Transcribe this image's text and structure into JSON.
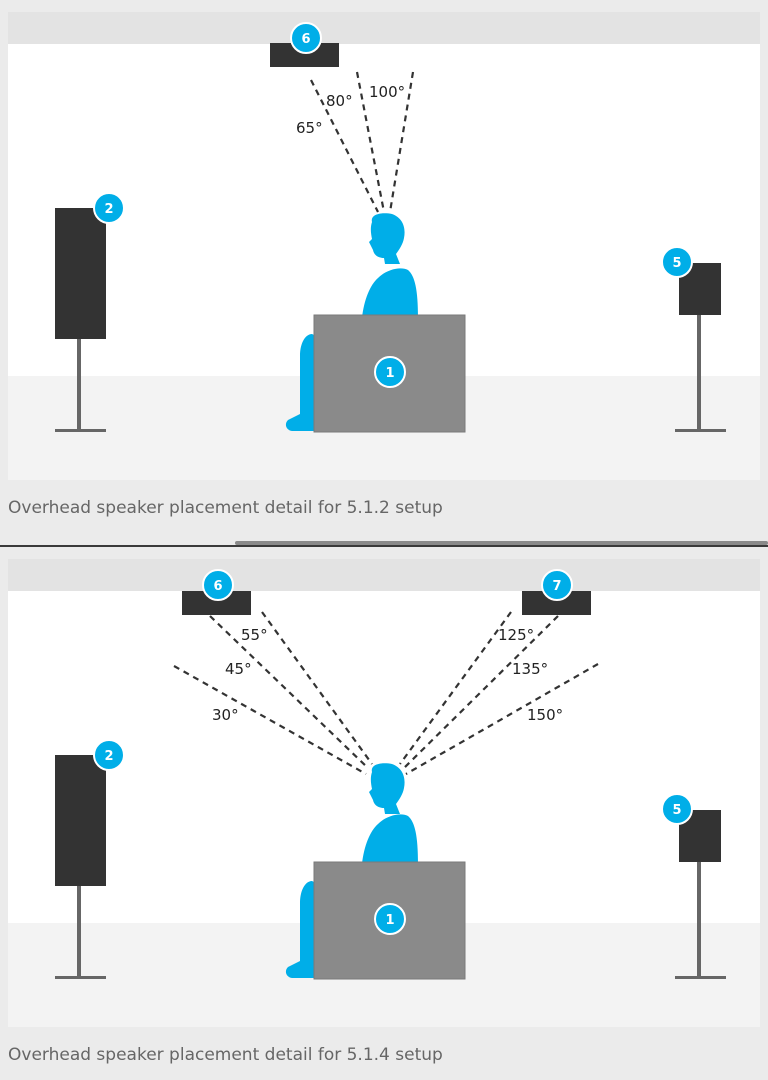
{
  "colors": {
    "accent": "#00aee8",
    "speaker": "#333333",
    "chair": "#8a8a8a",
    "ceiling": "#e3e3e3",
    "wall": "#ffffff",
    "floor": "#f3f3f3"
  },
  "diagrams": [
    {
      "caption": "Overhead speaker placement detail for 5.1.2 setup",
      "badges": {
        "seat": "1",
        "front_left": "2",
        "surround": "5",
        "overhead_left": "6"
      },
      "angles": [
        "65°",
        "80°",
        "100°"
      ]
    },
    {
      "caption": "Overhead speaker placement detail for 5.1.4 setup",
      "badges": {
        "seat": "1",
        "front_left": "2",
        "surround": "5",
        "overhead_left": "6",
        "overhead_right": "7"
      },
      "angles_left": [
        "55°",
        "45°",
        "30°"
      ],
      "angles_right": [
        "125°",
        "135°",
        "150°"
      ]
    }
  ]
}
